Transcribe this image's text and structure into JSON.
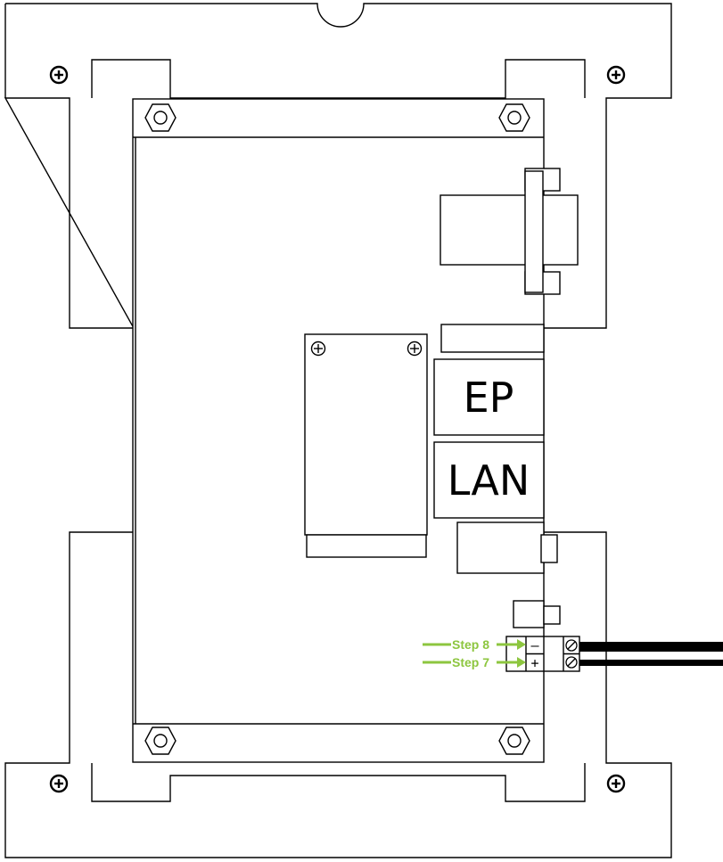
{
  "labels": {
    "ep": "EP",
    "lan": "LAN",
    "step_8": "Step 8",
    "step_7": "Step 7",
    "minus": "–",
    "plus": "+"
  },
  "colors": {
    "line": "#000000",
    "accent": "#8dc63f",
    "background": "#ffffff"
  },
  "icons": {
    "mount_screw": "plus-in-circle",
    "standoff": "hex-nut",
    "terminal_screw": "slotted-screw"
  }
}
